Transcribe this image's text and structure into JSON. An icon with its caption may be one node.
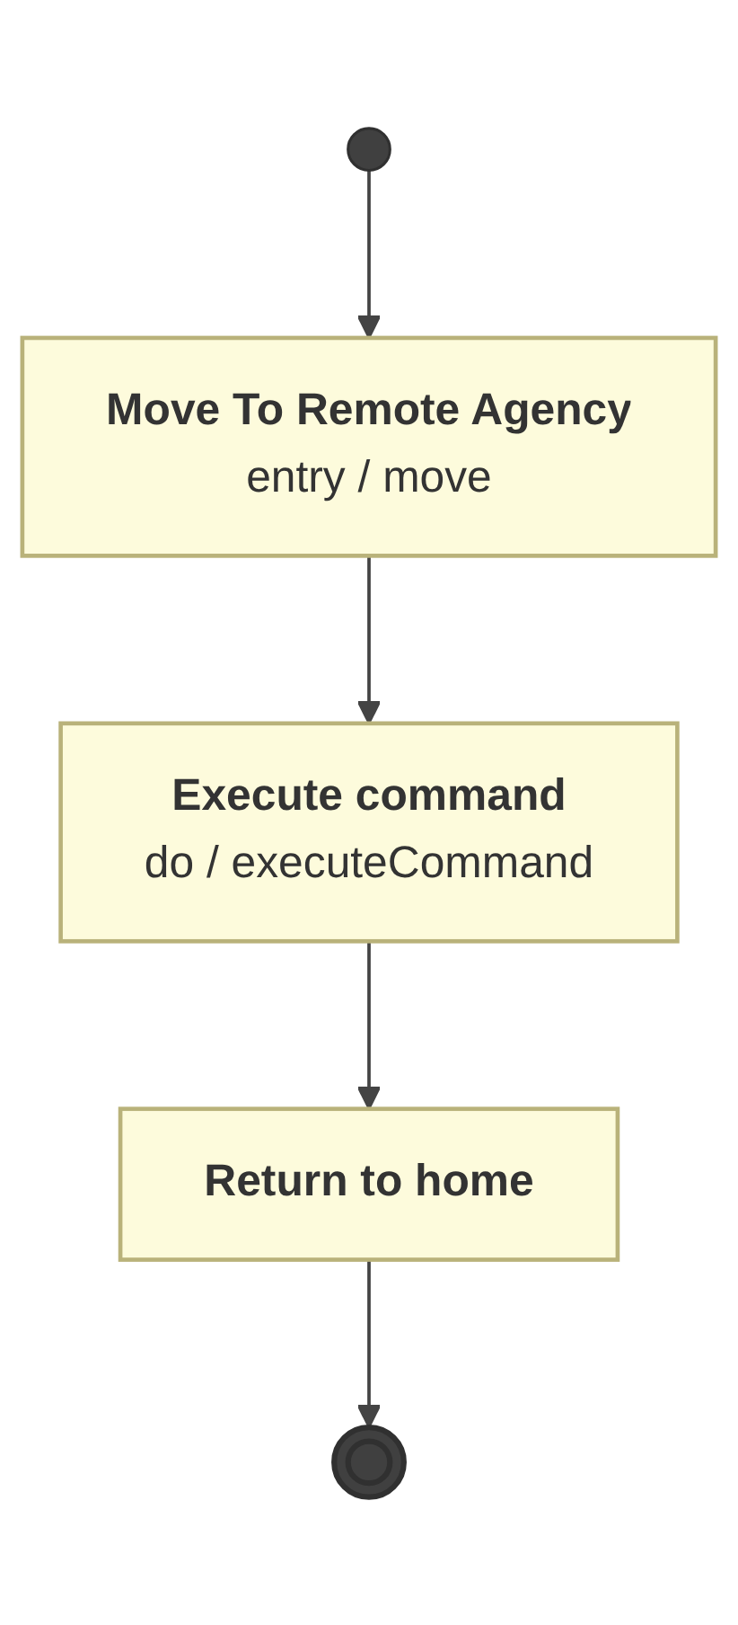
{
  "diagram": {
    "nodes": [
      {
        "text": [],
        "shape": "circle"
      },
      {
        "text": [
          "Move To Remote Agency",
          "entry / move"
        ]
      },
      {
        "text": [
          "Execute command",
          "do / executeCommand"
        ]
      },
      {
        "text": [
          "Return to home"
        ]
      },
      {
        "text": [],
        "shape": "circle"
      }
    ],
    "edges": [
      {
        "from": 0,
        "to": 1,
        "arrow": "to"
      },
      {
        "from": 1,
        "to": 2,
        "arrow": "to"
      },
      {
        "from": 2,
        "to": 3,
        "arrow": "to"
      },
      {
        "from": 3,
        "to": 4,
        "arrow": "to"
      }
    ]
  }
}
